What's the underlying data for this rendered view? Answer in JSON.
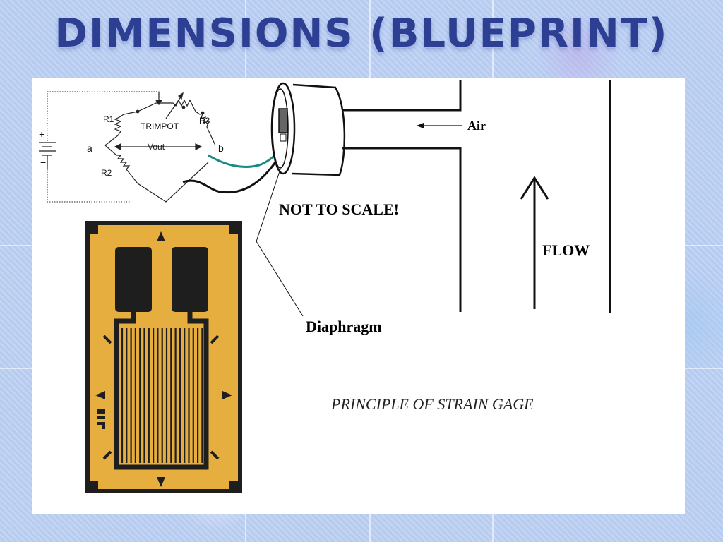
{
  "slide": {
    "title": "DIMENSIONS (BLUEPRINT)"
  },
  "circuit": {
    "resistor_r1": "R1",
    "resistor_r2": "R2",
    "resistor_r3": "R3",
    "trimpot": "TRIMPOT",
    "node_a": "a",
    "node_b": "b",
    "vout": "Vout",
    "plus_sign": "+",
    "minus_sign": "−"
  },
  "labels": {
    "air": "Air",
    "not_to_scale": "NOT TO SCALE!",
    "flow": "FLOW",
    "diaphragm": "Diaphragm",
    "caption": "PRINCIPLE OF STRAIN GAGE"
  },
  "colors": {
    "title": "#2d3f93",
    "gage_body": "#e6ad3f",
    "gage_trace": "#1e1e1e",
    "wire_teal": "#1a8a82"
  }
}
